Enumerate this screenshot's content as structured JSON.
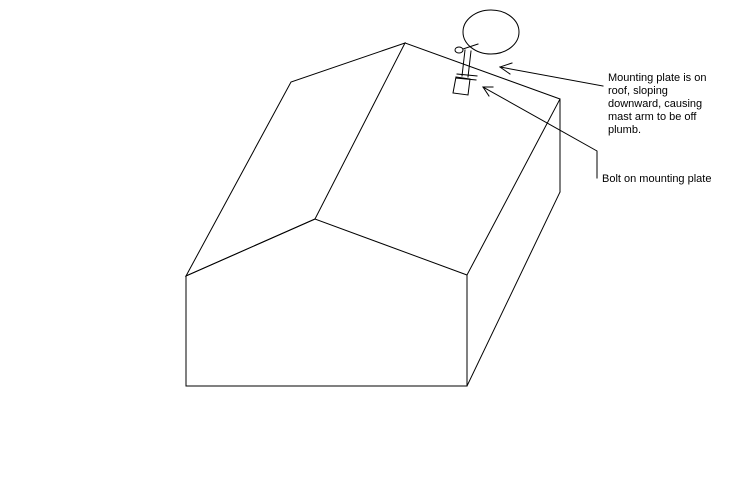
{
  "diagram": {
    "annotations": {
      "mounting_plate": {
        "lines": [
          "Mounting plate is on",
          "roof, sloping",
          "downward, causing",
          "mast arm to be off",
          "plumb."
        ]
      },
      "bolt": {
        "text": "Bolt on mounting plate"
      }
    },
    "colors": {
      "line": "#000000",
      "background": "#ffffff"
    }
  }
}
